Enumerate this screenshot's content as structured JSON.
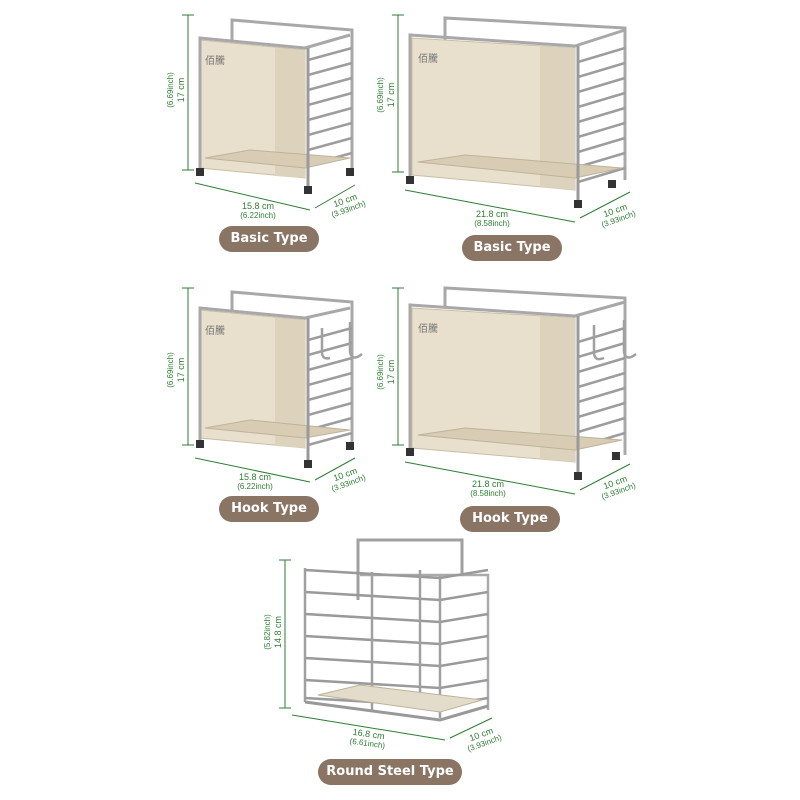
{
  "colors": {
    "dimension_green": "#2e7d32",
    "label_bg": "#8a7463",
    "label_text": "#ffffff",
    "panel": "#e8e0cc",
    "chrome": "#9a9a9a",
    "tray": "#d8ccb4"
  },
  "products": [
    {
      "id": "basic-small",
      "label": "Basic Type",
      "height_cm": "17 cm",
      "height_in": "(6.69inch)",
      "width_cm": "15.8 cm",
      "width_in": "(6.22inch)",
      "depth_cm": "10 cm",
      "depth_in": "(3.93inch)",
      "logo": "佰騰"
    },
    {
      "id": "basic-large",
      "label": "Basic Type",
      "height_cm": "17 cm",
      "height_in": "(6.69inch)",
      "width_cm": "21.8 cm",
      "width_in": "(8.58inch)",
      "depth_cm": "10 cm",
      "depth_in": "(3.93inch)",
      "logo": "佰騰"
    },
    {
      "id": "hook-small",
      "label": "Hook Type",
      "height_cm": "17 cm",
      "height_in": "(6.69inch)",
      "width_cm": "15.8 cm",
      "width_in": "(6.22inch)",
      "depth_cm": "10 cm",
      "depth_in": "(3.93inch)",
      "logo": "佰騰"
    },
    {
      "id": "hook-large",
      "label": "Hook Type",
      "height_cm": "17 cm",
      "height_in": "(6.69inch)",
      "width_cm": "21.8 cm",
      "width_in": "(8.58inch)",
      "depth_cm": "10 cm",
      "depth_in": "(3.93inch)",
      "logo": "佰騰"
    },
    {
      "id": "round-steel",
      "label": "Round Steel Type",
      "height_cm": "14.8 cm",
      "height_in": "(5.82inch)",
      "width_cm": "16.8 cm",
      "width_in": "(6.61inch)",
      "depth_cm": "10 cm",
      "depth_in": "(3.93inch)"
    }
  ]
}
